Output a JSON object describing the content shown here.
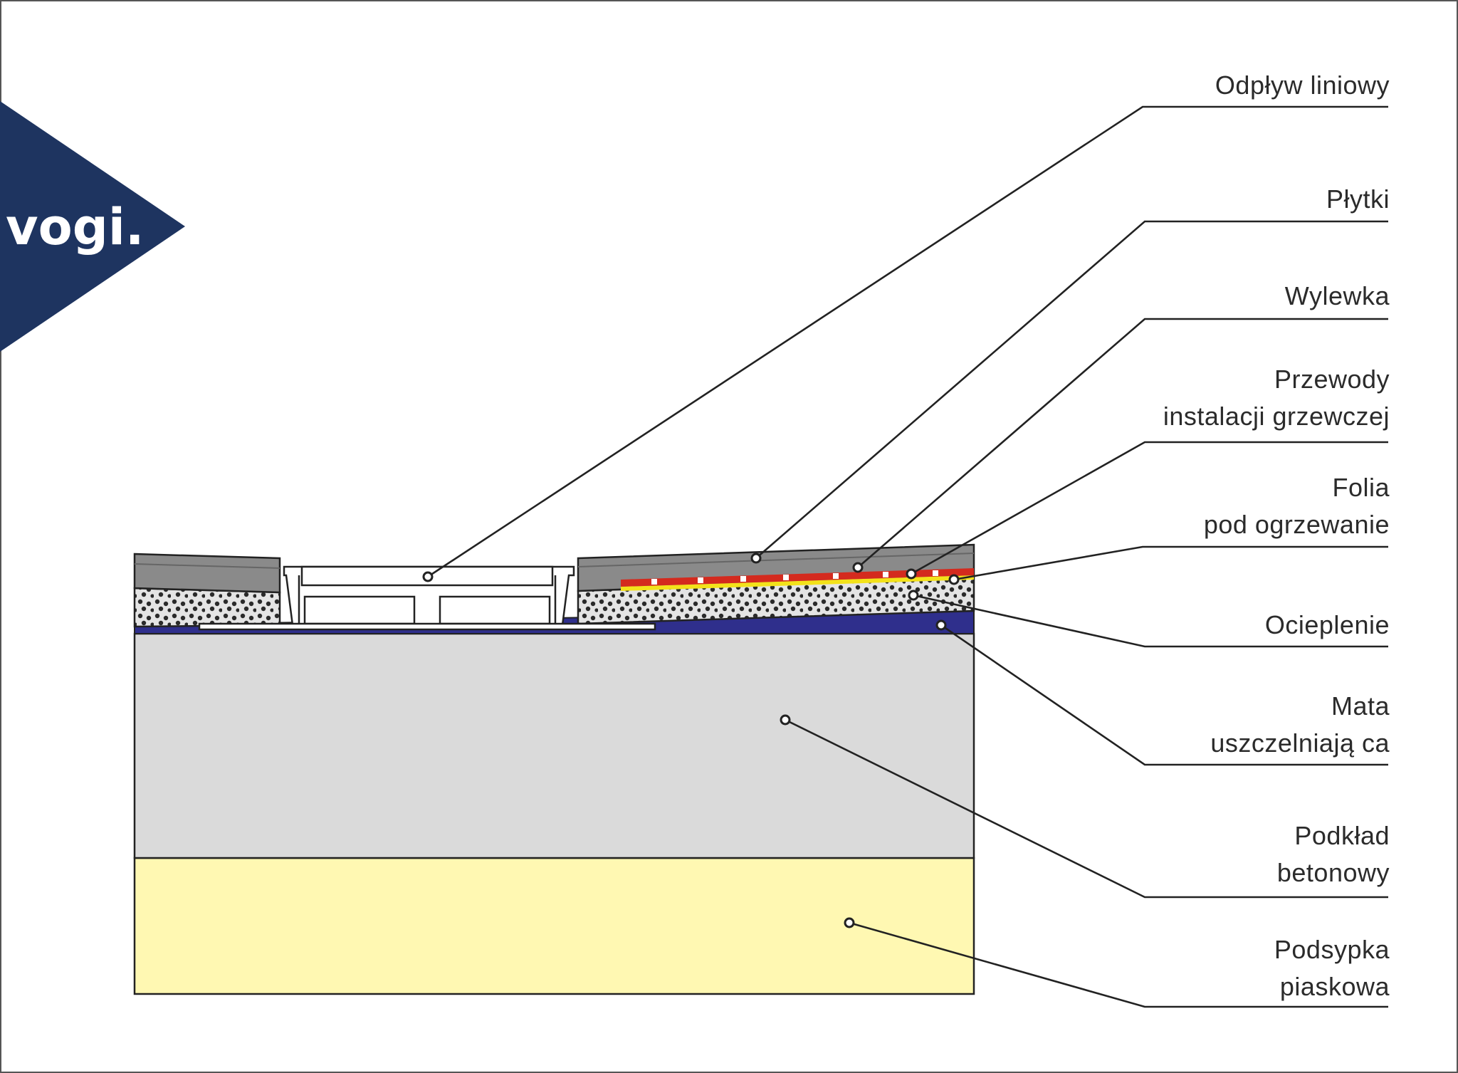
{
  "brand": {
    "logo_text": "vogi.",
    "color": "#1e3460"
  },
  "labels": [
    {
      "id": "odplyw",
      "lines": [
        "Odpływ liniowy"
      ]
    },
    {
      "id": "plytki",
      "lines": [
        "Płytki"
      ]
    },
    {
      "id": "wylewka",
      "lines": [
        "Wylewka"
      ]
    },
    {
      "id": "przewody",
      "lines": [
        "Przewody",
        "instalacji grzewczej"
      ]
    },
    {
      "id": "folia",
      "lines": [
        "Folia",
        "pod ogrzewanie"
      ]
    },
    {
      "id": "ocieplenie",
      "lines": [
        "Ocieplenie"
      ]
    },
    {
      "id": "mata",
      "lines": [
        "Mata",
        "uszczelniają ca"
      ]
    },
    {
      "id": "podklad",
      "lines": [
        "Podkład",
        "betonowy"
      ]
    },
    {
      "id": "podsypka",
      "lines": [
        "Podsypka",
        "piaskowa"
      ]
    }
  ],
  "colors": {
    "tiles": "#8a8a8a",
    "screed": "#e2e2e2",
    "heating_wire": "#d42a1e",
    "foil": "#f3e21a",
    "membrane": "#2f2f8c",
    "concrete": "#dadada",
    "sand": "#fff8b2",
    "outline": "#222222"
  }
}
